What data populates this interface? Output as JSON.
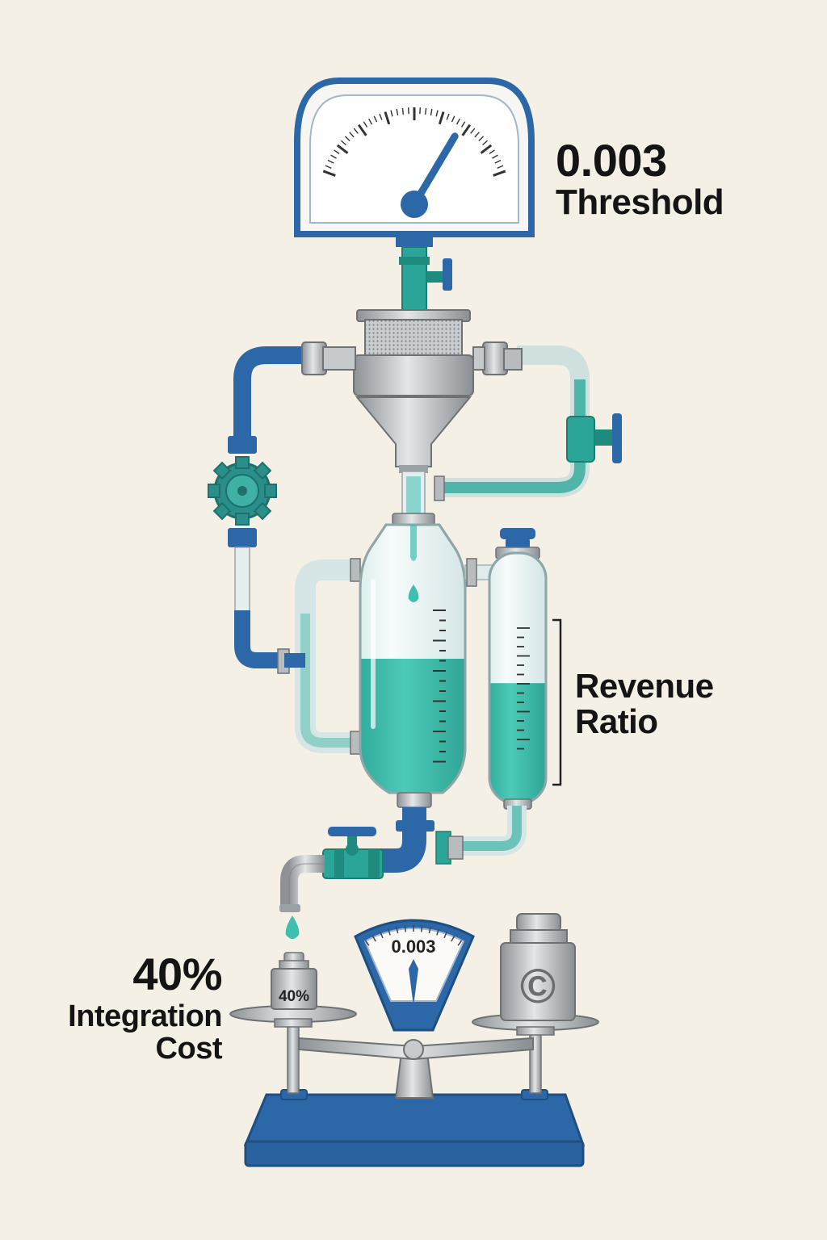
{
  "threshold": {
    "value": "0.003",
    "label": "Threshold"
  },
  "revenue": {
    "label": "Revenue\nRatio"
  },
  "integration_cost": {
    "value": "40%",
    "label": "Integration\nCost"
  },
  "scale": {
    "dial_value": "0.003",
    "weight_label": "40%",
    "weight_symbol": "©"
  },
  "gauge": {
    "needle_level": 0.72
  },
  "reservoir": {
    "fill_level": 0.5
  },
  "side_tube": {
    "fill_level": 0.48
  },
  "colors": {
    "background": "#f4f0e6",
    "pipe_blue": "#2c68a8",
    "teal": "#2aa597",
    "liquid": "#3fbfae",
    "steel": "#b9bcbf"
  }
}
